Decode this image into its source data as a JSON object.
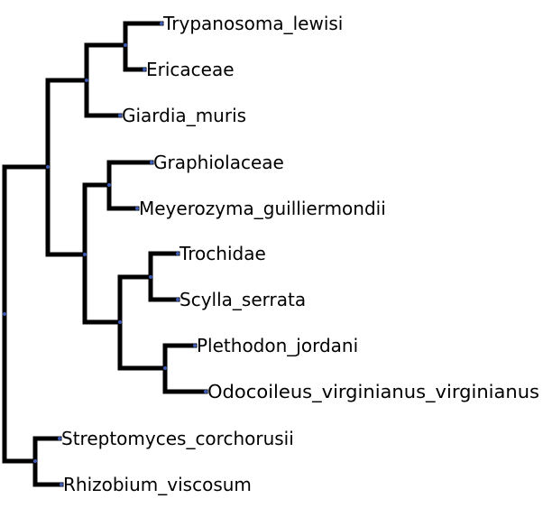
{
  "tree": {
    "leaves": [
      {
        "id": "L1",
        "label": "Trypanosoma_lewisi"
      },
      {
        "id": "L2",
        "label": "Ericaceae"
      },
      {
        "id": "L3",
        "label": "Giardia_muris"
      },
      {
        "id": "L4",
        "label": "Graphiolaceae"
      },
      {
        "id": "L5",
        "label": "Meyerozyma_guilliermondii"
      },
      {
        "id": "L6",
        "label": "Trochidae"
      },
      {
        "id": "L7",
        "label": "Scylla_serrata"
      },
      {
        "id": "L8",
        "label": "Plethodon_jordani"
      },
      {
        "id": "L9",
        "label": "Odocoileus_virginianus_virginianus"
      },
      {
        "id": "L10",
        "label": "Streptomyces_corchorusii"
      },
      {
        "id": "L11",
        "label": "Rhizobium_viscosum"
      }
    ],
    "colors": {
      "branch": "#000000",
      "node": "#3b5bb5"
    }
  }
}
